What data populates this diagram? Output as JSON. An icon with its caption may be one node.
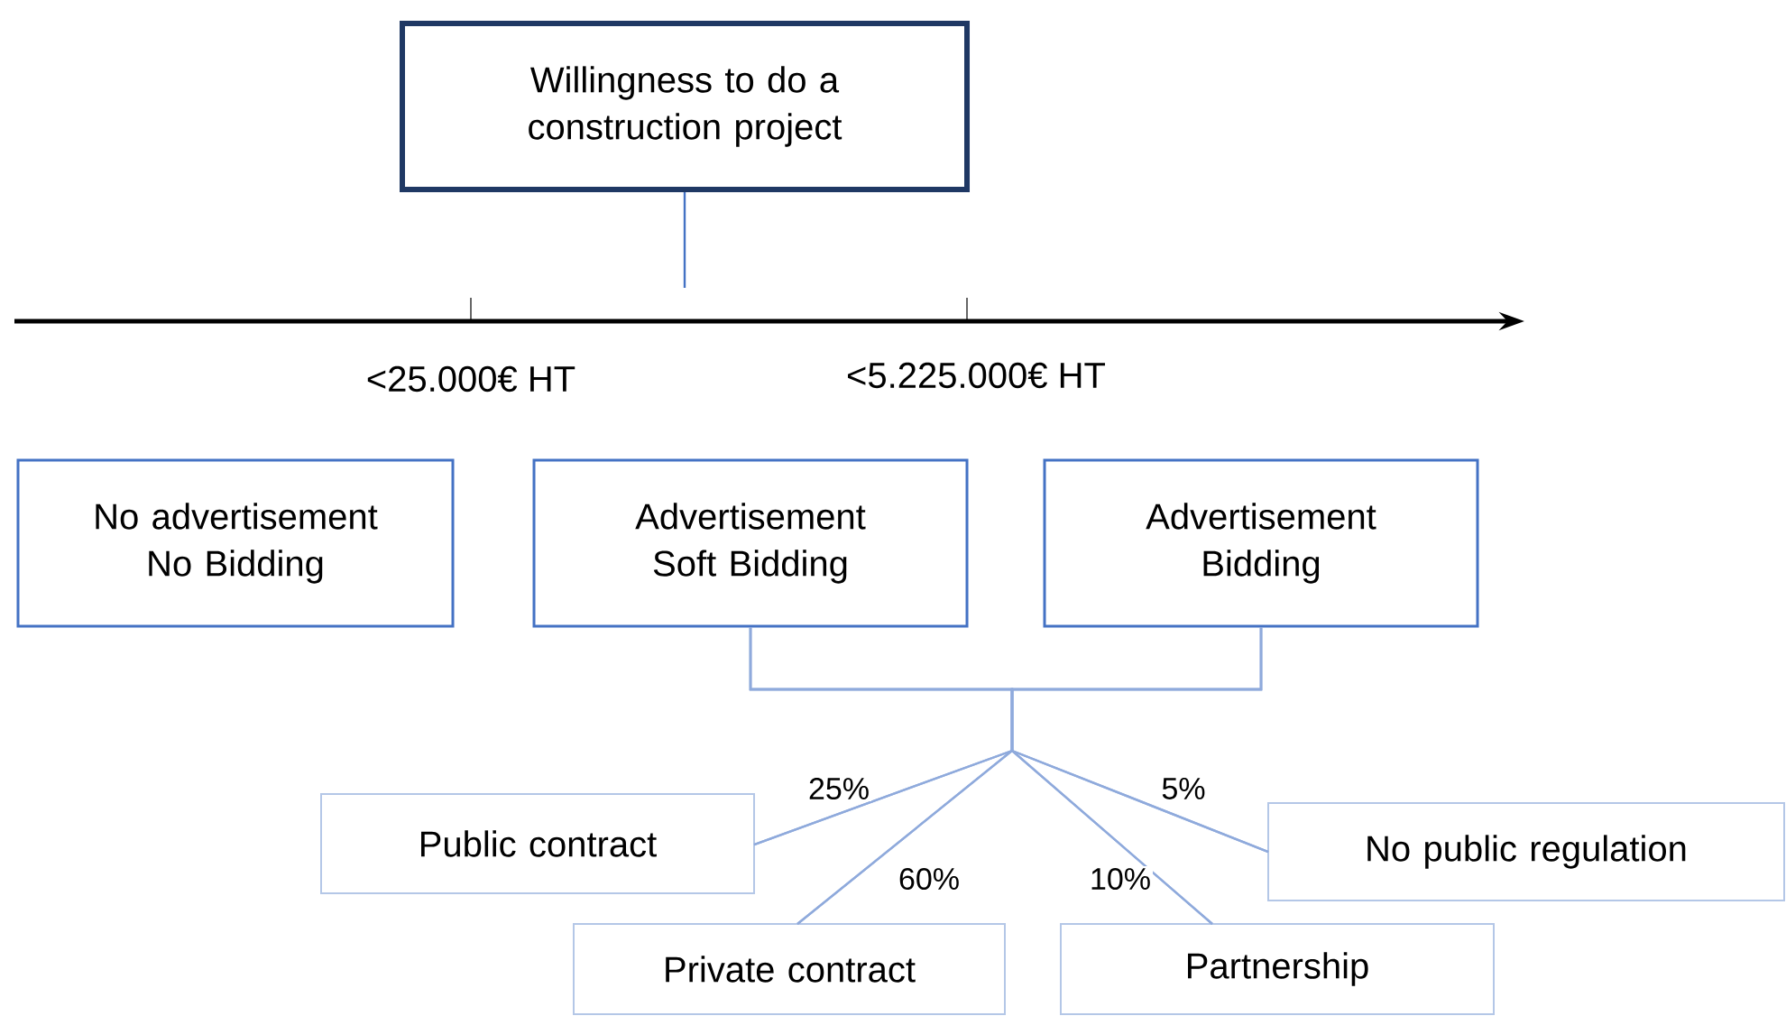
{
  "diagram": {
    "nodes": [
      {
        "text": [
          "Willingness to do a construction project"
        ]
      },
      {
        "text": [
          "No advertisement No Bidding"
        ]
      },
      {
        "text": [
          "Advertisement Soft Bidding"
        ]
      },
      {
        "text": [
          "Advertisement Bidding"
        ]
      },
      {
        "text": [
          "Public contract"
        ]
      },
      {
        "text": [
          "No public regulation"
        ]
      },
      {
        "text": [
          "Private contract"
        ]
      },
      {
        "text": [
          "Partnership"
        ]
      }
    ],
    "edges": [
      {
        "from": 0,
        "to": null,
        "arrow": "none",
        "color": "#4472c4"
      },
      {
        "from": 2,
        "to": 4,
        "arrow": "none",
        "label": "25%"
      },
      {
        "from": 3,
        "to": 4,
        "arrow": "none"
      },
      {
        "from": 2,
        "to": 5,
        "arrow": "none",
        "label": "5%"
      },
      {
        "from": 3,
        "to": 5,
        "arrow": "none"
      },
      {
        "from": 2,
        "to": 6,
        "arrow": "none",
        "label": "60%"
      },
      {
        "from": 3,
        "to": 6,
        "arrow": "none"
      },
      {
        "from": 2,
        "to": 7,
        "arrow": "none",
        "label": "10%"
      },
      {
        "from": 3,
        "to": 7,
        "arrow": "none"
      }
    ],
    "labels": [
      "<25.000€ HT",
      "<5.225.000€ HT"
    ]
  }
}
